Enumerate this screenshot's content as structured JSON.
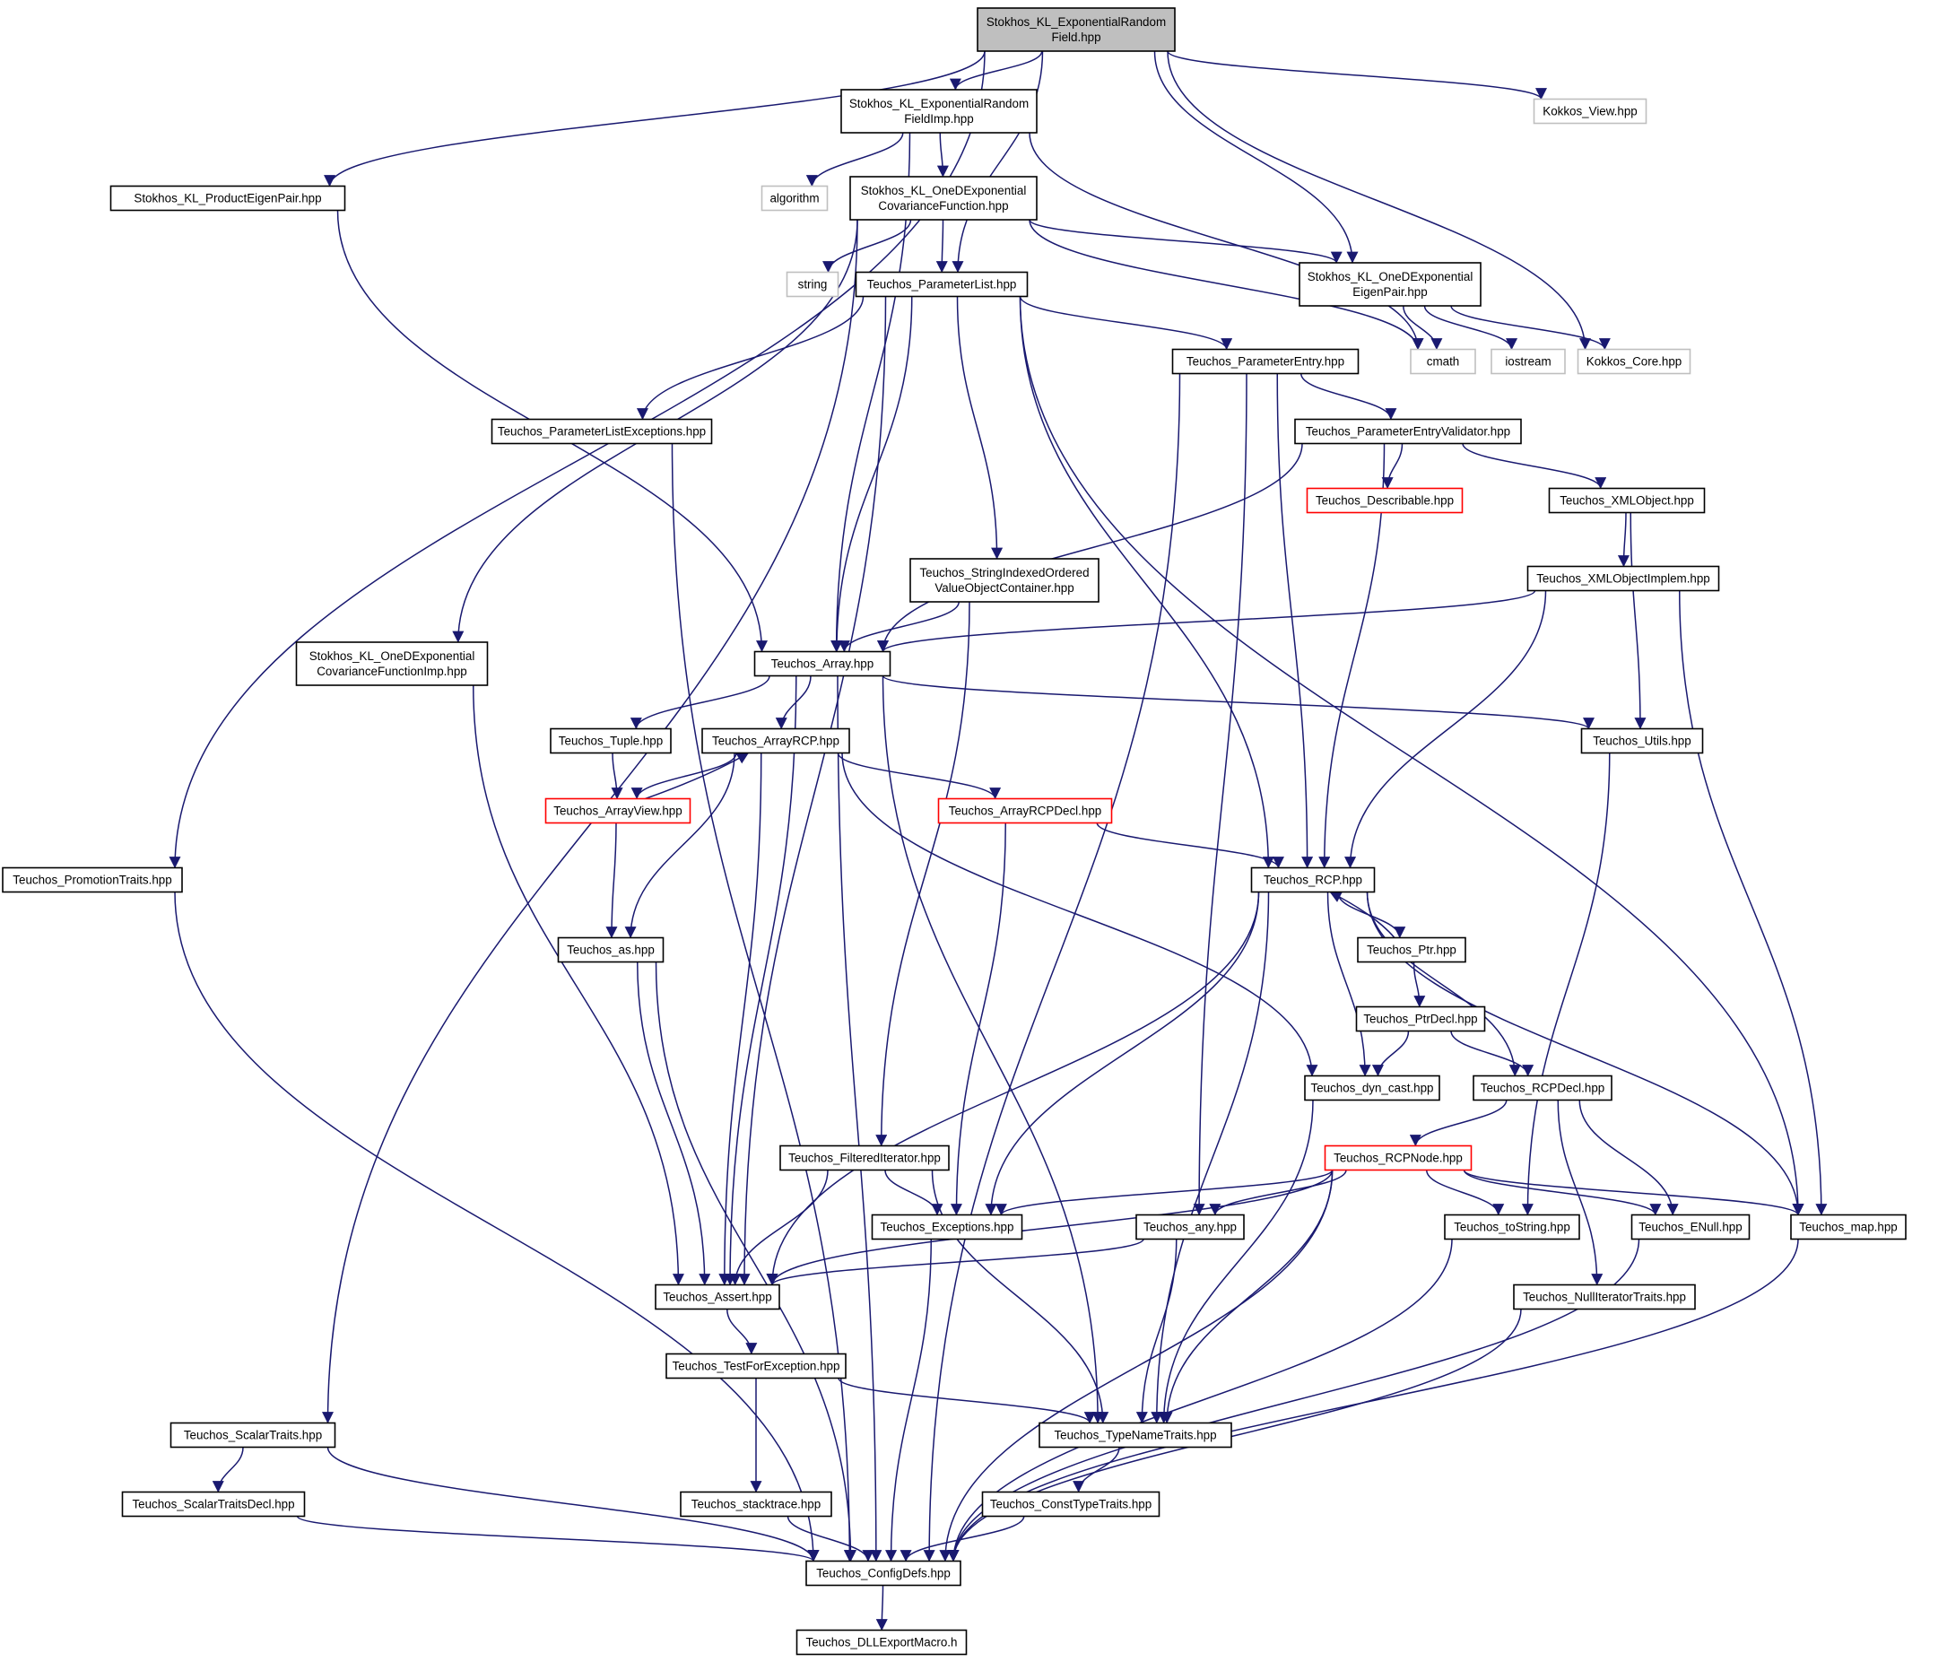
{
  "colors": {
    "edge": "#191970",
    "edge_head": "#191970",
    "node_border": "#000000",
    "node_border_external": "#bfbfbf",
    "node_border_truncated": "#ff0000",
    "root_fill": "#bfbfbf",
    "node_fill": "#ffffff",
    "text": "#000000"
  },
  "nodes": [
    {
      "id": "root",
      "kind": "root",
      "lines": [
        "Stokhos_KL_ExponentialRandom",
        "Field.hpp"
      ]
    },
    {
      "id": "kl_erf_imp",
      "kind": "normal",
      "lines": [
        "Stokhos_KL_ExponentialRandom",
        "FieldImp.hpp"
      ]
    },
    {
      "id": "kokkos_view",
      "kind": "external",
      "lines": [
        "Kokkos_View.hpp"
      ]
    },
    {
      "id": "kl_product_eigenpair",
      "kind": "normal",
      "lines": [
        "Stokhos_KL_ProductEigenPair.hpp"
      ]
    },
    {
      "id": "algorithm",
      "kind": "external",
      "lines": [
        "algorithm"
      ]
    },
    {
      "id": "kl_oned_covfun",
      "kind": "normal",
      "lines": [
        "Stokhos_KL_OneDExponential",
        "CovarianceFunction.hpp"
      ]
    },
    {
      "id": "string",
      "kind": "external",
      "lines": [
        "string"
      ]
    },
    {
      "id": "parameterlist",
      "kind": "normal",
      "lines": [
        "Teuchos_ParameterList.hpp"
      ]
    },
    {
      "id": "kl_oned_eigenpair",
      "kind": "normal",
      "lines": [
        "Stokhos_KL_OneDExponential",
        "EigenPair.hpp"
      ]
    },
    {
      "id": "cmath",
      "kind": "external",
      "lines": [
        "cmath"
      ]
    },
    {
      "id": "iostream",
      "kind": "external",
      "lines": [
        "iostream"
      ]
    },
    {
      "id": "kokkos_core",
      "kind": "external",
      "lines": [
        "Kokkos_Core.hpp"
      ]
    },
    {
      "id": "parameterentry",
      "kind": "normal",
      "lines": [
        "Teuchos_ParameterEntry.hpp"
      ]
    },
    {
      "id": "parameterlistexceptions",
      "kind": "normal",
      "lines": [
        "Teuchos_ParameterListExceptions.hpp"
      ]
    },
    {
      "id": "parameterentryvalidator",
      "kind": "normal",
      "lines": [
        "Teuchos_ParameterEntryValidator.hpp"
      ]
    },
    {
      "id": "describable",
      "kind": "truncated",
      "lines": [
        "Teuchos_Describable.hpp"
      ]
    },
    {
      "id": "xmlobject",
      "kind": "normal",
      "lines": [
        "Teuchos_XMLObject.hpp"
      ]
    },
    {
      "id": "stringindexed",
      "kind": "normal",
      "lines": [
        "Teuchos_StringIndexedOrdered",
        "ValueObjectContainer.hpp"
      ]
    },
    {
      "id": "xmlobjectimplem",
      "kind": "normal",
      "lines": [
        "Teuchos_XMLObjectImplem.hpp"
      ]
    },
    {
      "id": "kl_oned_covfun_imp",
      "kind": "normal",
      "lines": [
        "Stokhos_KL_OneDExponential",
        "CovarianceFunctionImp.hpp"
      ]
    },
    {
      "id": "array",
      "kind": "normal",
      "lines": [
        "Teuchos_Array.hpp"
      ]
    },
    {
      "id": "tuple",
      "kind": "normal",
      "lines": [
        "Teuchos_Tuple.hpp"
      ]
    },
    {
      "id": "arrayrcp",
      "kind": "normal",
      "lines": [
        "Teuchos_ArrayRCP.hpp"
      ]
    },
    {
      "id": "utils",
      "kind": "normal",
      "lines": [
        "Teuchos_Utils.hpp"
      ]
    },
    {
      "id": "arrayview",
      "kind": "truncated",
      "lines": [
        "Teuchos_ArrayView.hpp"
      ]
    },
    {
      "id": "arrayrcpdecl",
      "kind": "truncated",
      "lines": [
        "Teuchos_ArrayRCPDecl.hpp"
      ]
    },
    {
      "id": "promotiontraits",
      "kind": "normal",
      "lines": [
        "Teuchos_PromotionTraits.hpp"
      ]
    },
    {
      "id": "rcp",
      "kind": "normal",
      "lines": [
        "Teuchos_RCP.hpp"
      ]
    },
    {
      "id": "as",
      "kind": "normal",
      "lines": [
        "Teuchos_as.hpp"
      ]
    },
    {
      "id": "ptr",
      "kind": "normal",
      "lines": [
        "Teuchos_Ptr.hpp"
      ]
    },
    {
      "id": "ptrdecl",
      "kind": "normal",
      "lines": [
        "Teuchos_PtrDecl.hpp"
      ]
    },
    {
      "id": "dyn_cast",
      "kind": "normal",
      "lines": [
        "Teuchos_dyn_cast.hpp"
      ]
    },
    {
      "id": "rcpdecl",
      "kind": "normal",
      "lines": [
        "Teuchos_RCPDecl.hpp"
      ]
    },
    {
      "id": "filterediterator",
      "kind": "normal",
      "lines": [
        "Teuchos_FilteredIterator.hpp"
      ]
    },
    {
      "id": "rcpnode",
      "kind": "truncated",
      "lines": [
        "Teuchos_RCPNode.hpp"
      ]
    },
    {
      "id": "exceptions",
      "kind": "normal",
      "lines": [
        "Teuchos_Exceptions.hpp"
      ]
    },
    {
      "id": "any",
      "kind": "normal",
      "lines": [
        "Teuchos_any.hpp"
      ]
    },
    {
      "id": "tostring",
      "kind": "normal",
      "lines": [
        "Teuchos_toString.hpp"
      ]
    },
    {
      "id": "enull",
      "kind": "normal",
      "lines": [
        "Teuchos_ENull.hpp"
      ]
    },
    {
      "id": "map",
      "kind": "normal",
      "lines": [
        "Teuchos_map.hpp"
      ]
    },
    {
      "id": "assert",
      "kind": "normal",
      "lines": [
        "Teuchos_Assert.hpp"
      ]
    },
    {
      "id": "nulliteratortraits",
      "kind": "normal",
      "lines": [
        "Teuchos_NullIteratorTraits.hpp"
      ]
    },
    {
      "id": "testforexception",
      "kind": "normal",
      "lines": [
        "Teuchos_TestForException.hpp"
      ]
    },
    {
      "id": "scalartraits",
      "kind": "normal",
      "lines": [
        "Teuchos_ScalarTraits.hpp"
      ]
    },
    {
      "id": "typenametraits",
      "kind": "normal",
      "lines": [
        "Teuchos_TypeNameTraits.hpp"
      ]
    },
    {
      "id": "scalartraitsdecl",
      "kind": "normal",
      "lines": [
        "Teuchos_ScalarTraitsDecl.hpp"
      ]
    },
    {
      "id": "stacktrace",
      "kind": "normal",
      "lines": [
        "Teuchos_stacktrace.hpp"
      ]
    },
    {
      "id": "consttypetraits",
      "kind": "normal",
      "lines": [
        "Teuchos_ConstTypeTraits.hpp"
      ]
    },
    {
      "id": "configdefs",
      "kind": "normal",
      "lines": [
        "Teuchos_ConfigDefs.hpp"
      ]
    },
    {
      "id": "dllexportmacro",
      "kind": "normal",
      "lines": [
        "Teuchos_DLLExportMacro.h"
      ]
    }
  ],
  "edges": [
    [
      "root",
      "kl_erf_imp"
    ],
    [
      "root",
      "kokkos_view"
    ],
    [
      "root",
      "kl_product_eigenpair"
    ],
    [
      "root",
      "parameterlist"
    ],
    [
      "root",
      "kl_oned_eigenpair"
    ],
    [
      "root",
      "kokkos_core"
    ],
    [
      "root",
      "promotiontraits"
    ],
    [
      "kl_erf_imp",
      "algorithm"
    ],
    [
      "kl_erf_imp",
      "kl_oned_covfun"
    ],
    [
      "kl_erf_imp",
      "cmath"
    ],
    [
      "kl_erf_imp",
      "array"
    ],
    [
      "kl_product_eigenpair",
      "array"
    ],
    [
      "kl_oned_covfun",
      "string"
    ],
    [
      "kl_oned_covfun",
      "parameterlist"
    ],
    [
      "kl_oned_covfun",
      "kl_oned_eigenpair"
    ],
    [
      "kl_oned_covfun",
      "cmath"
    ],
    [
      "kl_oned_covfun",
      "kl_oned_covfun_imp"
    ],
    [
      "kl_oned_covfun",
      "scalartraits"
    ],
    [
      "kl_oned_eigenpair",
      "cmath"
    ],
    [
      "kl_oned_eigenpair",
      "iostream"
    ],
    [
      "kl_oned_eigenpair",
      "kokkos_core"
    ],
    [
      "parameterlist",
      "parameterentry"
    ],
    [
      "parameterlist",
      "parameterlistexceptions"
    ],
    [
      "parameterlist",
      "stringindexed"
    ],
    [
      "parameterlist",
      "array"
    ],
    [
      "parameterlist",
      "assert"
    ],
    [
      "parameterlist",
      "rcp"
    ],
    [
      "parameterlist",
      "map"
    ],
    [
      "parameterentry",
      "parameterentryvalidator"
    ],
    [
      "parameterentry",
      "any"
    ],
    [
      "parameterentry",
      "rcp"
    ],
    [
      "parameterentry",
      "configdefs"
    ],
    [
      "parameterlistexceptions",
      "configdefs"
    ],
    [
      "parameterentryvalidator",
      "describable"
    ],
    [
      "parameterentryvalidator",
      "xmlobject"
    ],
    [
      "parameterentryvalidator",
      "array"
    ],
    [
      "parameterentryvalidator",
      "rcp"
    ],
    [
      "xmlobject",
      "xmlobjectimplem"
    ],
    [
      "xmlobject",
      "utils"
    ],
    [
      "xmlobjectimplem",
      "array"
    ],
    [
      "xmlobjectimplem",
      "rcp"
    ],
    [
      "xmlobjectimplem",
      "map"
    ],
    [
      "stringindexed",
      "array"
    ],
    [
      "stringindexed",
      "filterediterator"
    ],
    [
      "kl_oned_covfun_imp",
      "assert"
    ],
    [
      "array",
      "tuple"
    ],
    [
      "array",
      "arrayrcp"
    ],
    [
      "array",
      "utils"
    ],
    [
      "array",
      "assert"
    ],
    [
      "array",
      "typenametraits"
    ],
    [
      "array",
      "configdefs"
    ],
    [
      "tuple",
      "arrayview"
    ],
    [
      "arrayrcp",
      "arrayview"
    ],
    [
      "arrayrcp",
      "arrayrcpdecl"
    ],
    [
      "arrayrcp",
      "as"
    ],
    [
      "arrayrcp",
      "assert"
    ],
    [
      "arrayrcp",
      "dyn_cast"
    ],
    [
      "arrayview",
      "arrayrcp"
    ],
    [
      "arrayview",
      "as"
    ],
    [
      "arrayrcpdecl",
      "rcp"
    ],
    [
      "arrayrcpdecl",
      "exceptions"
    ],
    [
      "utils",
      "tostring"
    ],
    [
      "promotiontraits",
      "configdefs"
    ],
    [
      "rcp",
      "ptr"
    ],
    [
      "rcp",
      "dyn_cast"
    ],
    [
      "rcp",
      "rcpdecl"
    ],
    [
      "rcp",
      "exceptions"
    ],
    [
      "rcp",
      "assert"
    ],
    [
      "rcp",
      "typenametraits"
    ],
    [
      "rcp",
      "map"
    ],
    [
      "ptr",
      "rcp"
    ],
    [
      "ptr",
      "ptrdecl"
    ],
    [
      "ptrdecl",
      "dyn_cast"
    ],
    [
      "ptrdecl",
      "rcpdecl"
    ],
    [
      "as",
      "assert"
    ],
    [
      "as",
      "configdefs"
    ],
    [
      "dyn_cast",
      "typenametraits"
    ],
    [
      "rcpdecl",
      "rcpnode"
    ],
    [
      "rcpdecl",
      "enull"
    ],
    [
      "rcpdecl",
      "nulliteratortraits"
    ],
    [
      "filterediterator",
      "exceptions"
    ],
    [
      "filterediterator",
      "assert"
    ],
    [
      "filterediterator",
      "typenametraits"
    ],
    [
      "rcpnode",
      "exceptions"
    ],
    [
      "rcpnode",
      "any"
    ],
    [
      "rcpnode",
      "tostring"
    ],
    [
      "rcpnode",
      "enull"
    ],
    [
      "rcpnode",
      "map"
    ],
    [
      "rcpnode",
      "assert"
    ],
    [
      "rcpnode",
      "typenametraits"
    ],
    [
      "rcpnode",
      "configdefs"
    ],
    [
      "exceptions",
      "configdefs"
    ],
    [
      "any",
      "assert"
    ],
    [
      "any",
      "typenametraits"
    ],
    [
      "tostring",
      "configdefs"
    ],
    [
      "enull",
      "configdefs"
    ],
    [
      "map",
      "configdefs"
    ],
    [
      "nulliteratortraits",
      "configdefs"
    ],
    [
      "assert",
      "testforexception"
    ],
    [
      "testforexception",
      "stacktrace"
    ],
    [
      "testforexception",
      "typenametraits"
    ],
    [
      "scalartraits",
      "scalartraitsdecl"
    ],
    [
      "scalartraits",
      "configdefs"
    ],
    [
      "scalartraitsdecl",
      "configdefs"
    ],
    [
      "typenametraits",
      "consttypetraits"
    ],
    [
      "stacktrace",
      "configdefs"
    ],
    [
      "consttypetraits",
      "configdefs"
    ],
    [
      "configdefs",
      "dllexportmacro"
    ]
  ]
}
